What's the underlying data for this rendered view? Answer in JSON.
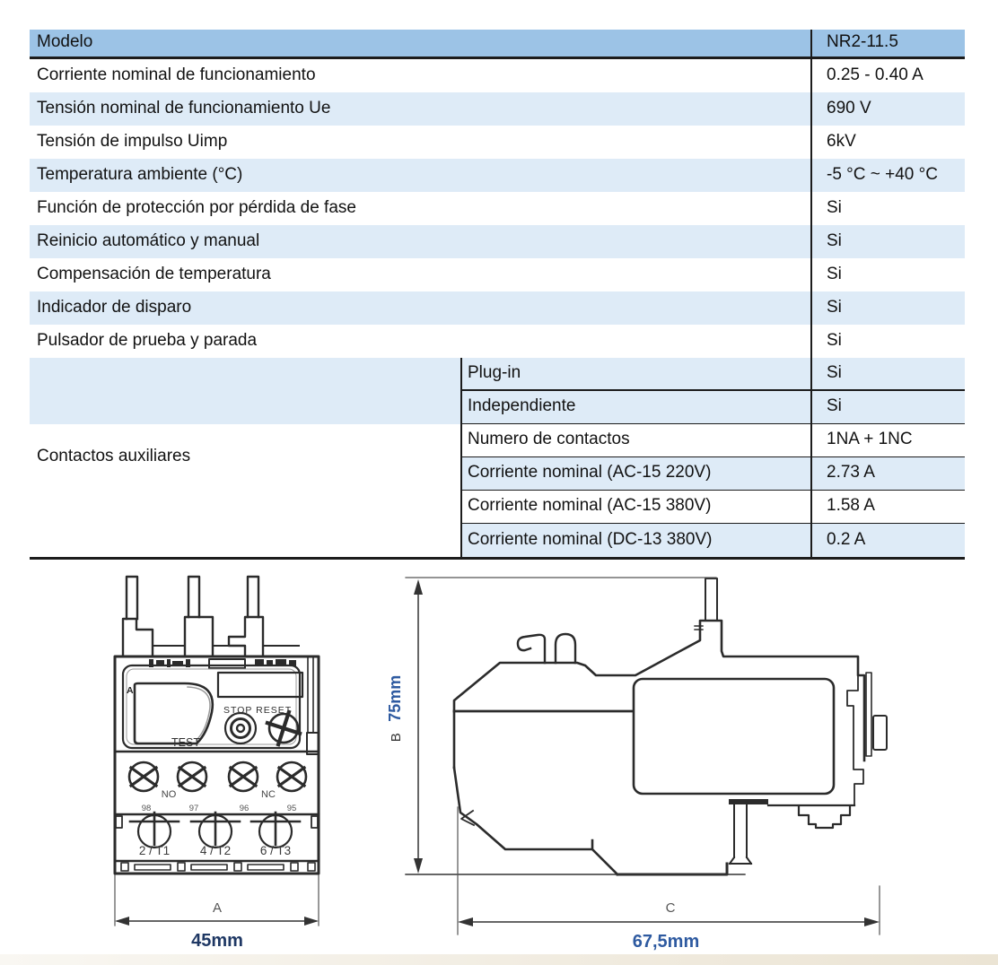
{
  "colors": {
    "header_bg": "#9CC3E6",
    "row_alt_bg": "#DEEBF7",
    "table_border": "#1c1c1c",
    "dim_value_navy": "#1F3864",
    "dim_value_blue": "#2E5AA0"
  },
  "table": {
    "header": {
      "label": "Modelo",
      "value": "NR2-11.5"
    },
    "rows": [
      {
        "label": "Corriente nominal de funcionamiento",
        "value": "0.25 - 0.40 A"
      },
      {
        "label": "Tensión nominal de funcionamiento Ue",
        "value": "690 V"
      },
      {
        "label": "Tensión de impulso Uimp",
        "value": "6kV"
      },
      {
        "label": "Temperatura ambiente (°C)",
        "value": "-5 °C ~ +40 °C"
      },
      {
        "label": "Función de protección por pérdida de fase",
        "value": "Si"
      },
      {
        "label": "Reinicio automático y manual",
        "value": "Si"
      },
      {
        "label": "Compensación de temperatura",
        "value": "Si"
      },
      {
        "label": "Indicador de disparo",
        "value": "Si"
      },
      {
        "label": "Pulsador de prueba y parada",
        "value": "Si"
      }
    ],
    "group": {
      "label": "Contactos auxiliares",
      "subrows": [
        {
          "label": "Plug-in",
          "value": "Si"
        },
        {
          "label": "Independiente",
          "value": "Si"
        },
        {
          "label": "Numero de contactos",
          "value": "1NA + 1NC"
        },
        {
          "label": "Corriente nominal (AC-15 220V)",
          "value": "2.73 A"
        },
        {
          "label": "Corriente nominal (AC-15 380V)",
          "value": "1.58 A"
        },
        {
          "label": "Corriente nominal (DC-13 380V)",
          "value": "0.2 A"
        }
      ]
    }
  },
  "front_view": {
    "panel_marker": "A",
    "stop_reset": "STOP RESET",
    "test": "TEST",
    "no_label": "NO",
    "nc_label": "NC",
    "terminal_numbers": [
      "98",
      "97",
      "96",
      "95"
    ],
    "main_terminals": [
      "2 / T1",
      "4 / T2",
      "6 / T3"
    ],
    "dim": {
      "letter": "A",
      "value": "45mm"
    }
  },
  "side_view": {
    "dim_b": {
      "letter": "B",
      "value": "75mm"
    },
    "dim_c": {
      "letter": "C",
      "value": "67,5mm"
    }
  }
}
